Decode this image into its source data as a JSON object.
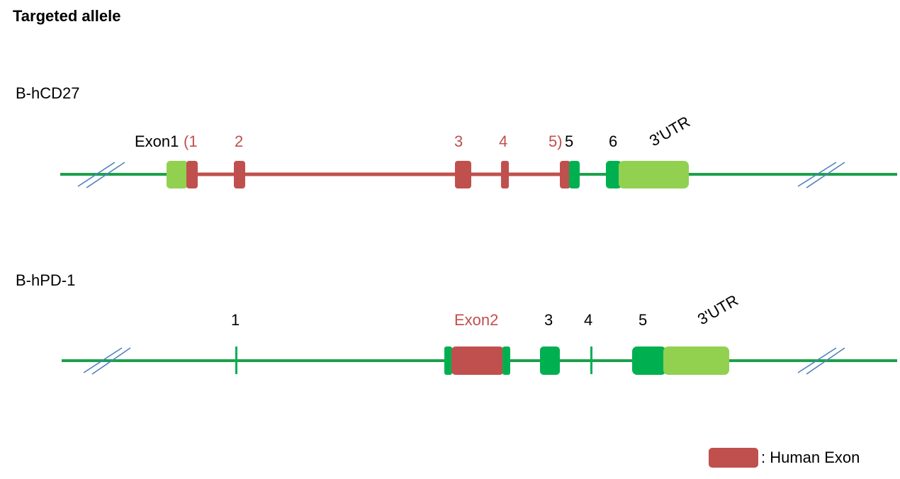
{
  "title": "Targeted allele",
  "colors": {
    "backbone": "#1BA14B",
    "mouse_exon": "#00B050",
    "utr": "#92D050",
    "human_exon": "#C0504D",
    "break_mark": "#4F81BD",
    "label_black": "#000000",
    "label_red": "#C0504D"
  },
  "tracks": [
    {
      "name": "B-hCD27",
      "labels": [
        {
          "id": "exon1",
          "text": "Exon1",
          "color": "black"
        },
        {
          "id": "h1",
          "text": "(1",
          "color": "red"
        },
        {
          "id": "h2",
          "text": "2",
          "color": "red"
        },
        {
          "id": "h3",
          "text": "3",
          "color": "red"
        },
        {
          "id": "h4",
          "text": "4",
          "color": "red"
        },
        {
          "id": "h5",
          "text": "5)",
          "color": "red"
        },
        {
          "id": "e5",
          "text": "5",
          "color": "black"
        },
        {
          "id": "e6",
          "text": "6",
          "color": "black"
        },
        {
          "id": "utr",
          "text": "3'UTR",
          "color": "black"
        }
      ]
    },
    {
      "name": "B-hPD-1",
      "labels": [
        {
          "id": "e1",
          "text": "1",
          "color": "black"
        },
        {
          "id": "exon2",
          "text": "Exon2",
          "color": "red"
        },
        {
          "id": "e3",
          "text": "3",
          "color": "black"
        },
        {
          "id": "e4",
          "text": "4",
          "color": "black"
        },
        {
          "id": "e5",
          "text": "5",
          "color": "black"
        },
        {
          "id": "utr",
          "text": "3'UTR",
          "color": "black"
        }
      ]
    }
  ],
  "legend": {
    "text": ": Human Exon"
  }
}
